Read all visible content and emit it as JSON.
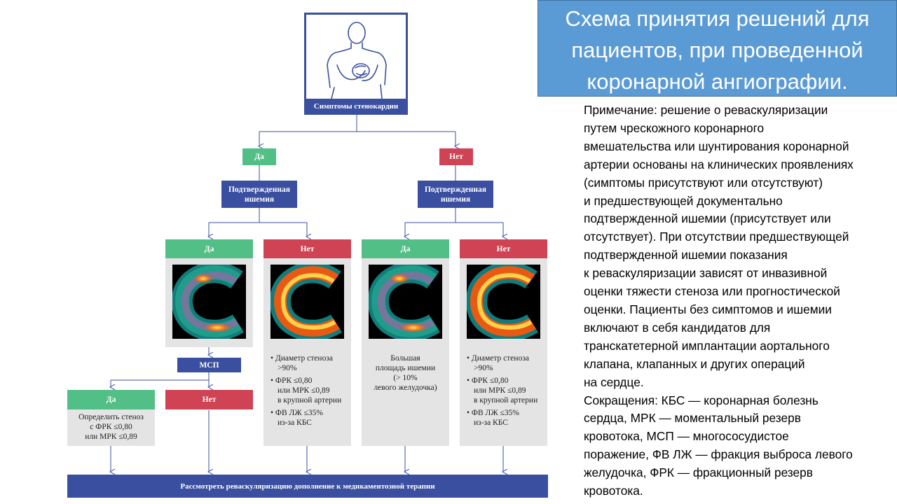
{
  "title": "Схема принятия решений для пациентов, при проведенной коронарной ангиографии.",
  "note_lines": [
    "Примечание: решение о реваскуляризации",
    "путем чрескожного коронарного",
    "вмешательства или шунтирования коронарной",
    "артерии основаны на клинических проявлениях",
    "(симптомы присутствуют или отсутствуют)",
    "и предшествующей документально",
    "подтвержденной ишемии (присутствует или",
    "отсутствует). При отсутствии предшествующей",
    "подтвержденной ишемии показания",
    "к реваскуляризации зависят от инвазивной",
    "оценки тяжести стеноза или прогностической",
    "оценки. Пациенты без симптомов и ишемии",
    "включают в себя кандидатов для",
    "транскатетерной имплантации аортального",
    "клапана, клапанных и других операций",
    "на сердце.",
    "Сокращения: КБС — коронарная болезнь",
    "сердца, МРК — моментальный резерв",
    "кровотока, МСП — многососудистое",
    "поражение, ФВ ЛЖ — фракция выброса левого",
    "желудочка, ФРК — фракционный резерв",
    "кровотока."
  ],
  "flow": {
    "symptoms": "Симптомы стенокардии",
    "yes": "Да",
    "no": "Нет",
    "ischemia_line1": "Подтвержденная",
    "ischemia_line2": "ишемия",
    "msp": "МСП",
    "stenosis": [
      "Определить стеноз",
      "с ФРК ≤0,80",
      "или МРК ≤0,89"
    ],
    "criteria": {
      "b1_line1": "• Диаметр стеноза",
      "b1_line2": ">90%",
      "b2_line1": "• ФРК ≤0,80",
      "b2_line2": "или МРК ≤0,89",
      "b2_line3": "в крупной артерии",
      "b3_line1": "• ФВ ЛЖ ≤35%",
      "b3_line2": "из-за КБС"
    },
    "large_area": [
      "Большая",
      "площадь ишемии",
      "(> 10%",
      "левого желудочка)"
    ],
    "bottom": "Рассмотреть реваскуляризацию дополнение к медикаментозной терапии"
  },
  "colors": {
    "yes": "#52bf86",
    "no": "#cf4354",
    "box": "#3b4fa0",
    "title_bg": "#5b9bd5"
  }
}
